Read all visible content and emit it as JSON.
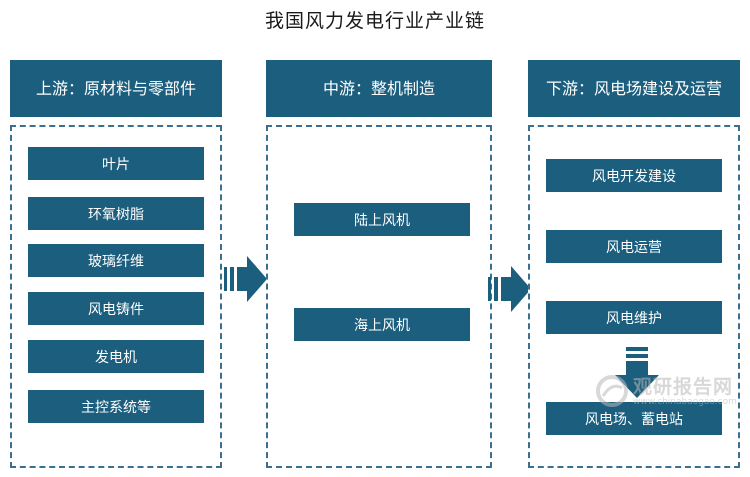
{
  "title": "我国风力发电行业产业链",
  "upstream": {
    "header": "上游：原材料与零部件",
    "items": [
      "叶片",
      "环氧树脂",
      "玻璃纤维",
      "风电铸件",
      "发电机",
      "主控系统等"
    ]
  },
  "midstream": {
    "header": "中游：整机制造",
    "items": [
      "陆上风机",
      "海上风机"
    ]
  },
  "downstream": {
    "header": "下游：风电场建设及运营",
    "items": [
      "风电开发建设",
      "风电运营",
      "风电维护"
    ],
    "result": "风电场、蓄电站"
  },
  "watermark": {
    "name": "观研报告网",
    "url": "www.chinabaogao.com"
  },
  "colors": {
    "box_fill": "#1b5e7e",
    "dashed_border": "#3a6f8f",
    "arrow": "#1b5e7e"
  }
}
